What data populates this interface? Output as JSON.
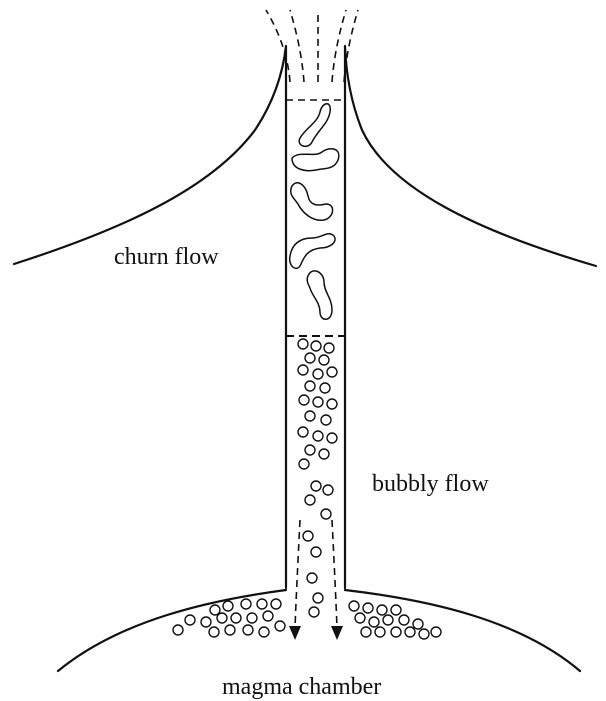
{
  "labels": {
    "churn_flow": "churn flow",
    "bubbly_flow": "bubbly flow",
    "magma_chamber": "magma chamber"
  },
  "colors": {
    "stroke": "#111111",
    "background": "#ffffff"
  }
}
